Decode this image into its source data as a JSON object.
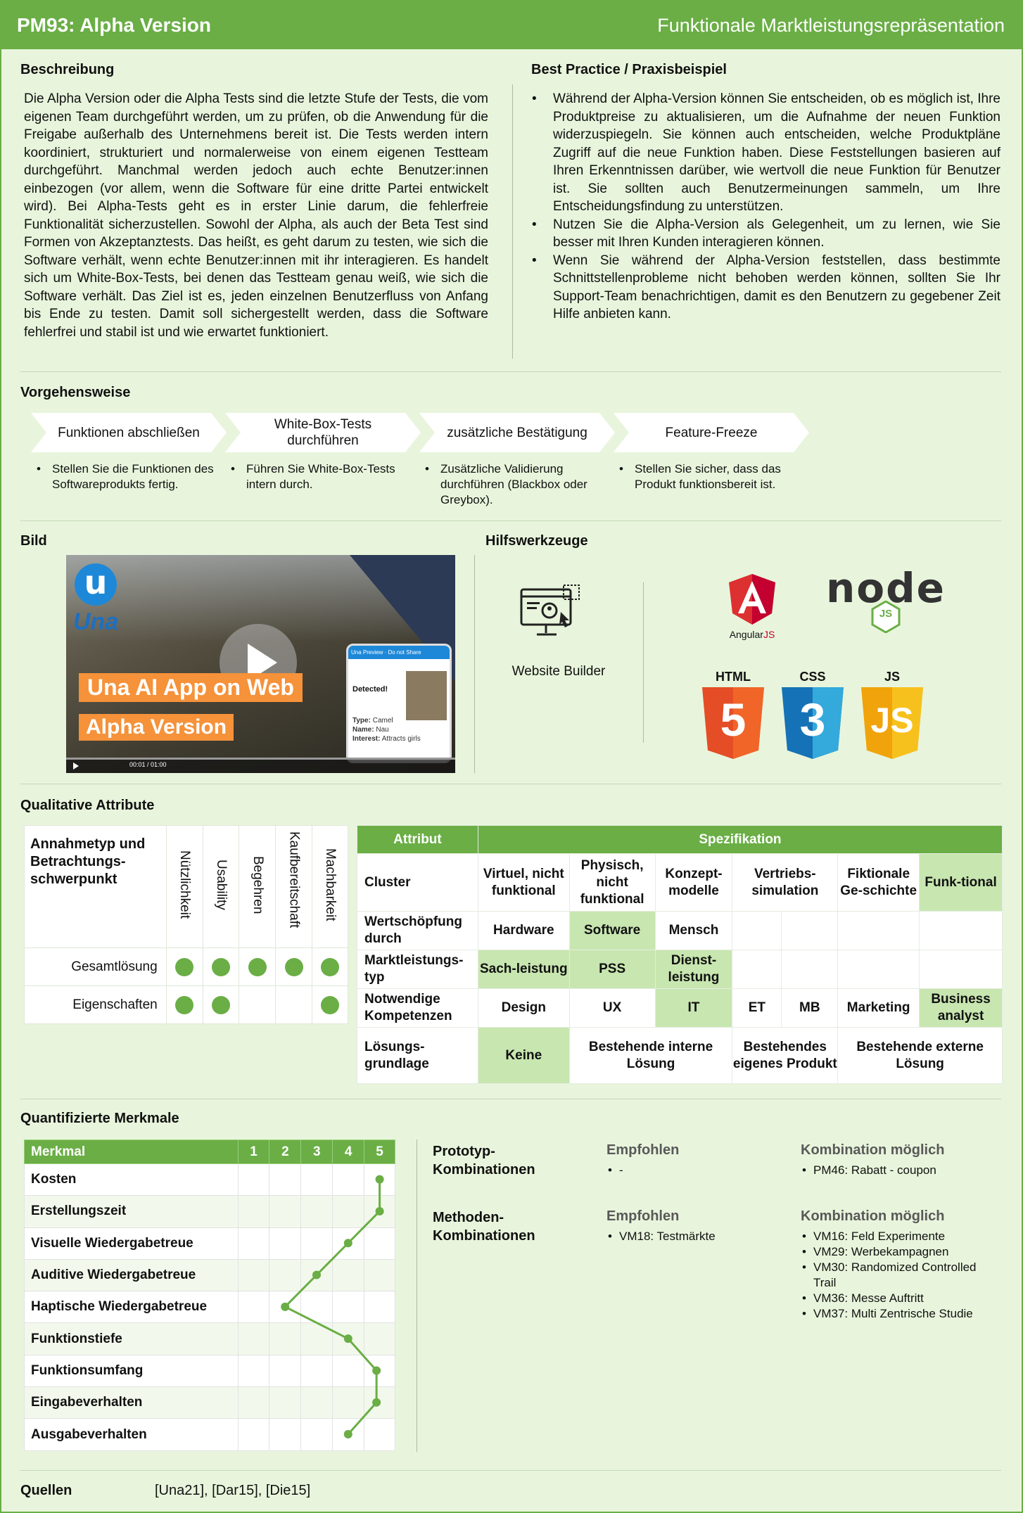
{
  "header": {
    "title": "PM93: Alpha Version",
    "category": "Funktionale Marktleistungsrepräsentation"
  },
  "beschreibung": {
    "heading": "Beschreibung",
    "text": "Die Alpha Version oder die Alpha Tests sind die letzte Stufe der Tests, die vom eigenen Team durchgeführt werden, um zu prüfen, ob die Anwendung für die Freigabe außerhalb des Unternehmens bereit ist. Die Tests werden intern koordiniert, strukturiert und normalerweise von einem eigenen Testteam durchgeführt. Manchmal werden jedoch auch echte Benutzer:innen einbezogen (vor allem, wenn die Software für eine dritte Partei entwickelt wird). Bei Alpha-Tests geht es in erster Linie darum, die fehlerfreie Funktionalität sicherzustellen. Sowohl der Alpha, als auch der Beta Test sind Formen von Akzeptanztests. Das heißt, es geht darum zu testen, wie sich die Software verhält, wenn echte Benutzer:innen mit ihr interagieren. Es handelt sich um White-Box-Tests, bei denen das Testteam genau weiß, wie sich die Software verhält. Das Ziel ist es, jeden einzelnen Benutzerfluss von Anfang bis Ende zu testen. Damit soll sichergestellt werden, dass die Software fehlerfrei und stabil ist und wie erwartet funktioniert."
  },
  "best_practice": {
    "heading": "Best Practice / Praxisbeispiel",
    "items": [
      "Während der Alpha-Version können Sie entscheiden, ob es möglich ist, Ihre Produktpreise zu aktualisieren, um die Aufnahme der neuen Funktion widerzuspiegeln. Sie können auch entscheiden, welche Produktpläne Zugriff auf die neue Funktion haben. Diese Feststellungen basieren auf Ihren Erkenntnissen darüber, wie wertvoll die neue Funktion für Benutzer ist. Sie sollten auch Benutzermeinungen sammeln, um Ihre Entscheidungsfindung zu unterstützen.",
      "Nutzen Sie die Alpha-Version als Gelegenheit, um zu lernen, wie Sie besser mit Ihren Kunden interagieren können.",
      "Wenn Sie während der Alpha-Version feststellen, dass bestimmte Schnittstellenprobleme nicht behoben werden können, sollten Sie Ihr Support-Team benachrichtigen, damit es den Benutzern zu gegebener Zeit Hilfe anbieten kann."
    ]
  },
  "vorgehen": {
    "heading": "Vorgehensweise",
    "steps": [
      {
        "title": "Funktionen abschließen",
        "desc": "Stellen Sie die Funktionen des Softwareprodukts fertig."
      },
      {
        "title": "White-Box-Tests durchführen",
        "desc": "Führen Sie White-Box-Tests intern durch."
      },
      {
        "title": "zusätzliche Bestätigung",
        "desc": "Zusätzliche Validierung durchführen (Blackbox oder Greybox)."
      },
      {
        "title": "Feature-Freeze",
        "desc": "Stellen Sie sicher, dass das Produkt funktionsbereit ist."
      }
    ]
  },
  "bild": {
    "heading": "Bild",
    "logo_letter": "u",
    "logo_text": "Una",
    "banner1": "Una AI App on Web",
    "banner2": "Alpha Version",
    "phone_header": "Una Preview · Do not Share",
    "detected": "Detected!",
    "type_label": "Type:",
    "type_value": "Camel",
    "name_label": "Name:",
    "name_value": "Nau",
    "interest_label": "Interest:",
    "interest_value": "Attracts girls",
    "time": "00:01 / 01:00"
  },
  "tools": {
    "heading": "Hilfswerkzeuge",
    "builder_label": "Website Builder",
    "angular_text": "Angular",
    "angular_js": "JS",
    "node_text": "node",
    "node_js": "JS",
    "html_label": "HTML",
    "css_label": "CSS",
    "js_label": "JS",
    "html_num": "5",
    "css_num": "3",
    "js_num": "JS"
  },
  "qualitative": {
    "heading": "Qualitative Attribute",
    "corner": "Annahmetyp und Betrachtungs-schwerpunkt",
    "columns": [
      "Nützlichkeit",
      "Usability",
      "Begehren",
      "Kaufbereitschaft",
      "Machbarkeit"
    ],
    "rows": [
      {
        "label": "Gesamtlösung",
        "marks": [
          true,
          true,
          true,
          true,
          true
        ]
      },
      {
        "label": "Eigenschaften",
        "marks": [
          true,
          true,
          false,
          false,
          true
        ]
      }
    ]
  },
  "spec": {
    "attr_header": "Attribut",
    "spec_header": "Spezifikation",
    "cluster_label": "Cluster",
    "cluster": [
      "Virtuel, nicht funktional",
      "Physisch, nicht funktional",
      "Konzept-modelle",
      "Vertriebs-simulation",
      "Fiktionale Ge-schichte",
      "Funk-tional"
    ],
    "wert_label": "Wertschöpfung durch",
    "wert": [
      "Hardware",
      "Software",
      "Mensch"
    ],
    "markt_label": "Marktleistungs-typ",
    "markt": [
      "Sach-leistung",
      "PSS",
      "Dienst-leistung"
    ],
    "komp_label": "Notwendige Kompetenzen",
    "komp": [
      "Design",
      "UX",
      "IT",
      "ET",
      "MB",
      "Marketing",
      "Business analyst"
    ],
    "loes_label": "Lösungs-grundlage",
    "loes": [
      "Keine",
      "Bestehende interne Lösung",
      "Bestehendes eigenes Produkt",
      "Bestehende externe Lösung"
    ]
  },
  "quant": {
    "heading": "Quantifizierte Merkmale",
    "col_header": "Merkmal",
    "scale": [
      "1",
      "2",
      "3",
      "4",
      "5"
    ]
  },
  "chart_data": {
    "type": "line",
    "categories": [
      "Kosten",
      "Erstellungszeit",
      "Visuelle Wiedergabetreue",
      "Auditive Wiedergabetreue",
      "Haptische Wiedergabetreue",
      "Funktionstiefe",
      "Funktionsumfang",
      "Eingabeverhalten",
      "Ausgabeverhalten"
    ],
    "values": [
      5,
      5,
      4,
      3,
      2,
      4,
      4.9,
      4.9,
      4
    ],
    "xlim": [
      1,
      5
    ],
    "color": "#6aae45"
  },
  "kombi": {
    "proto_title": "Prototyp-Kombinationen",
    "method_title": "Methoden-Kombinationen",
    "empf": "Empfohlen",
    "komb": "Kombination möglich",
    "proto_empf": [
      "-"
    ],
    "proto_komb": [
      "PM46: Rabatt - coupon"
    ],
    "method_empf": [
      "VM18: Testmärkte"
    ],
    "method_komb": [
      "VM16: Feld Experimente",
      "VM29: Werbekampagnen",
      "VM30: Randomized Controlled Trail",
      "VM36: Messe Auftritt",
      "VM37: Multi Zentrische Studie"
    ]
  },
  "quellen": {
    "label": "Quellen",
    "text": "[Una21], [Dar15], [Die15]"
  }
}
